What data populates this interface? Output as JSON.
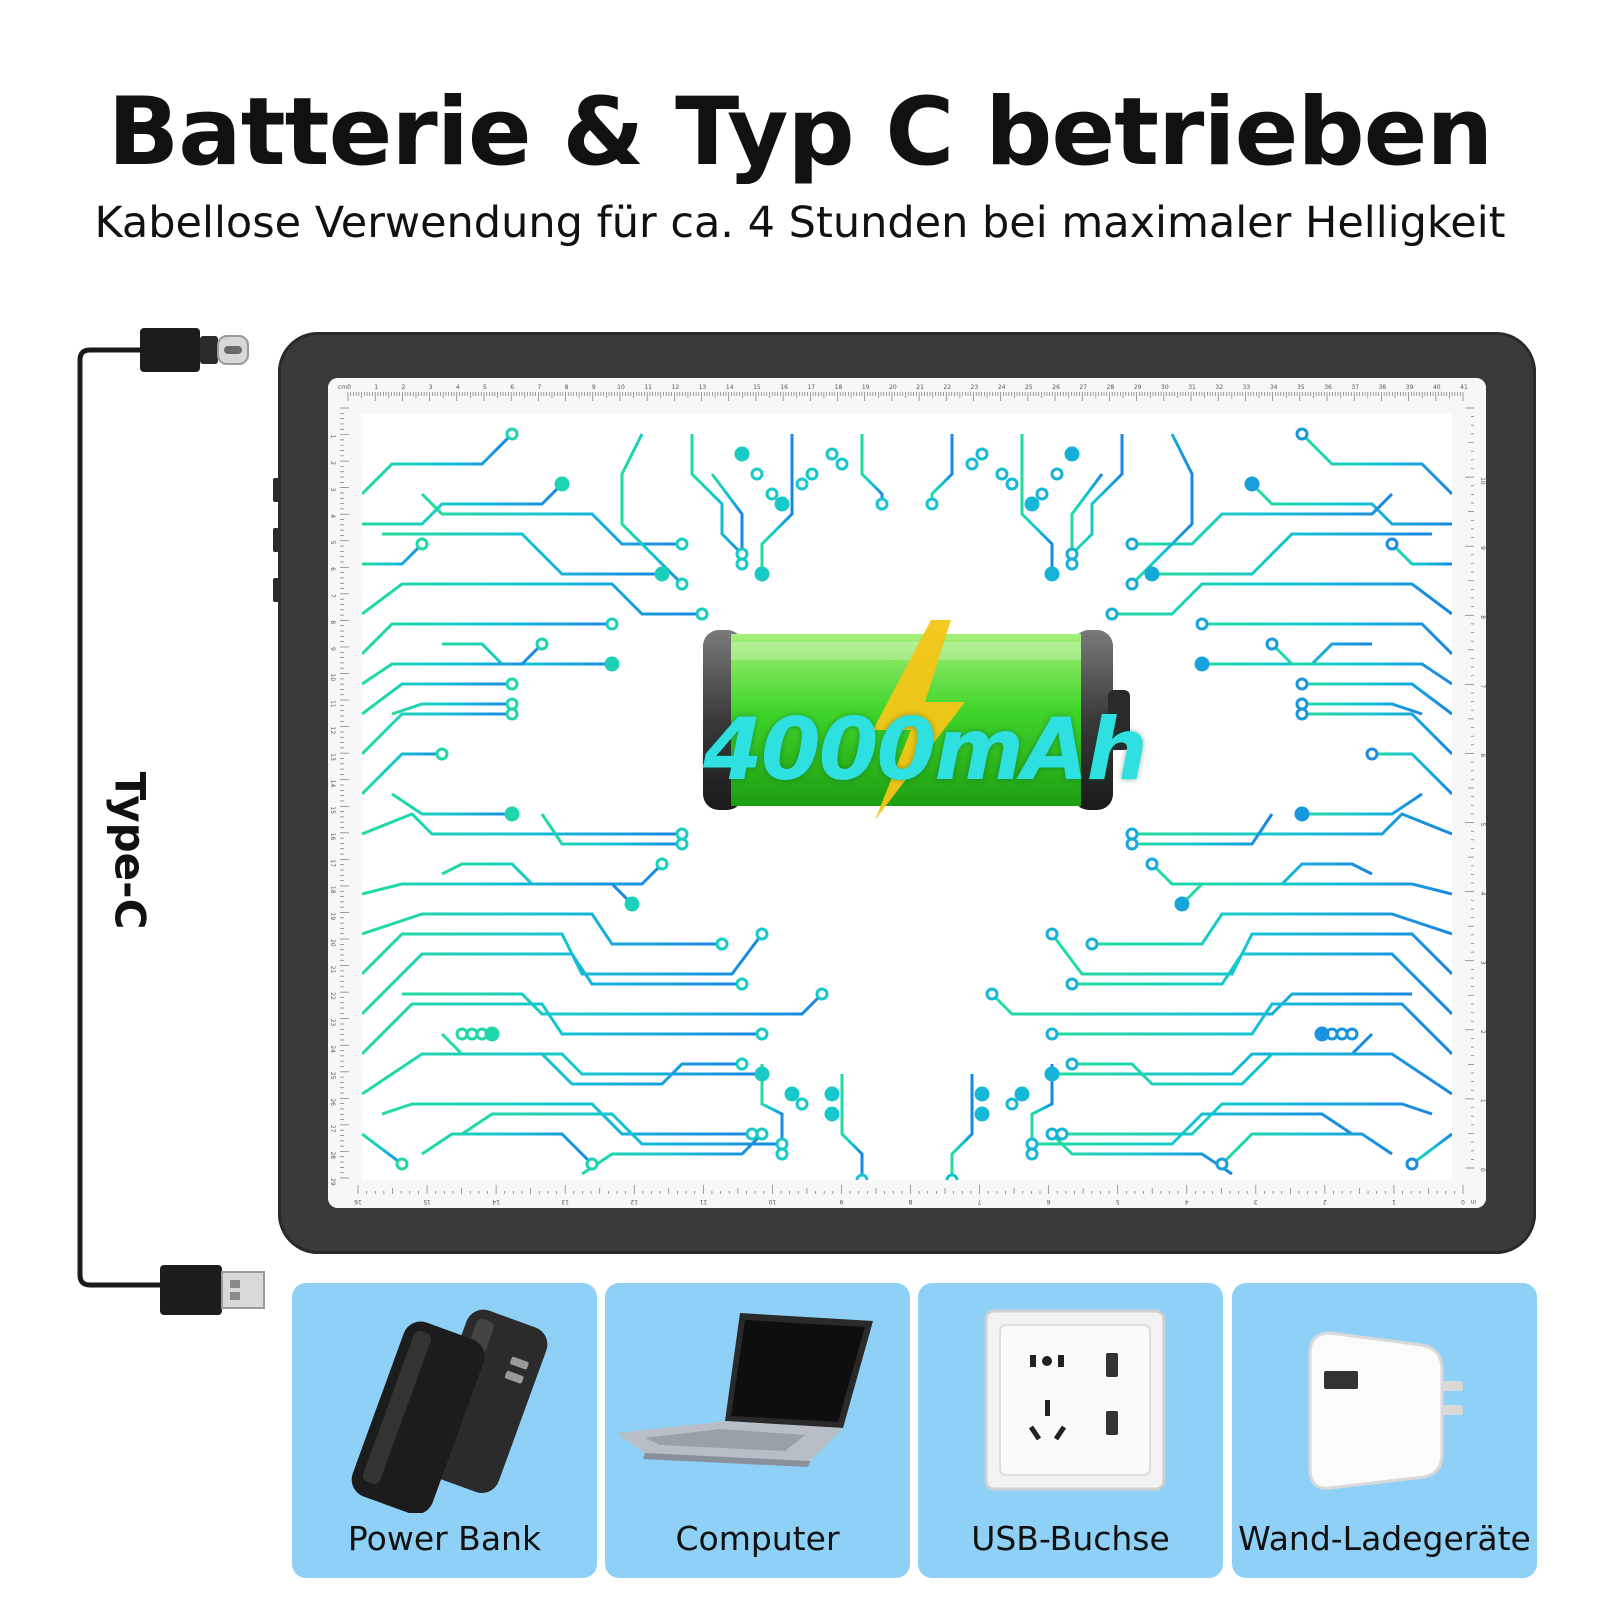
{
  "header": {
    "title": "Batterie & Typ C betrieben",
    "subtitle": "Kabellose Verwendung für ca. 4 Stunden bei maximaler Helligkeit"
  },
  "cable": {
    "label": "Type-C"
  },
  "battery": {
    "capacity": "4000mAh",
    "level": 1.0
  },
  "ruler": {
    "unit_top": "cm",
    "unit_bottom": "in"
  },
  "power_sources": [
    {
      "label": "Power Bank",
      "icon": "power-bank-icon"
    },
    {
      "label": "Computer",
      "icon": "laptop-icon"
    },
    {
      "label": "USB-Buchse",
      "icon": "usb-socket-icon"
    },
    {
      "label": "Wand-Ladegeräte",
      "icon": "wall-charger-icon"
    }
  ],
  "colors": {
    "card_bg": "#8fd0f7",
    "circuit_left": "#20d6a8",
    "circuit_right": "#1a8fe0",
    "battery_green": "#2ec820",
    "bolt": "#f5c518",
    "frame": "#3a3a3c"
  }
}
